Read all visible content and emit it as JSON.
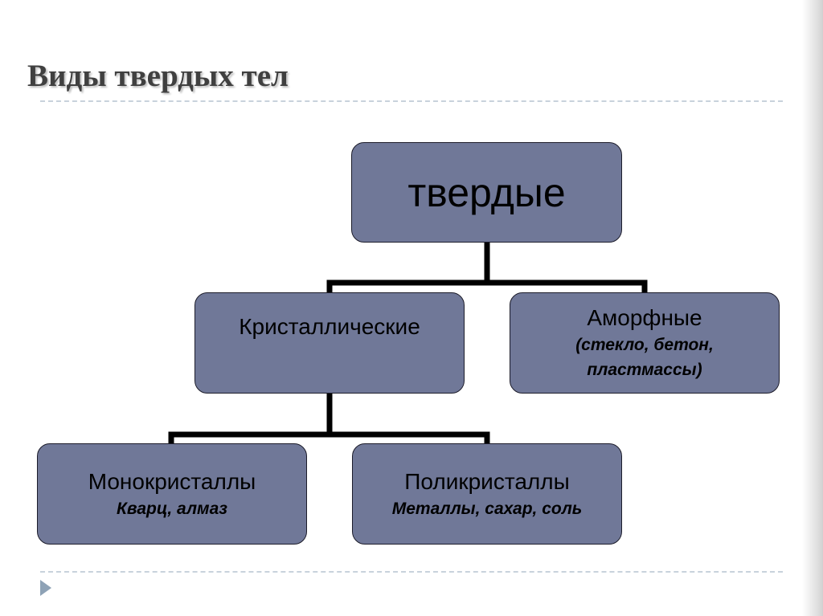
{
  "title": "Виды твердых тел",
  "diagram": {
    "root": {
      "label": "твердые"
    },
    "crystalline": {
      "label": "Кристаллические"
    },
    "amorphous": {
      "label": "Аморфные",
      "examples": "(стекло, бетон, пластмассы)"
    },
    "monocrystals": {
      "label": "Монокристаллы",
      "examples": "Кварц, алмаз"
    },
    "polycrystals": {
      "label": "Поликристаллы",
      "examples": "Металлы, сахар, соль"
    }
  },
  "colors": {
    "node_fill": "#707898",
    "node_border": "#1c1c2a",
    "connector": "#000000",
    "title_text": "#404040",
    "divider": "#c8d2dc",
    "footer_arrow": "#8ea2b6"
  },
  "icons": {
    "footer_marker": "triangle-right-icon"
  }
}
